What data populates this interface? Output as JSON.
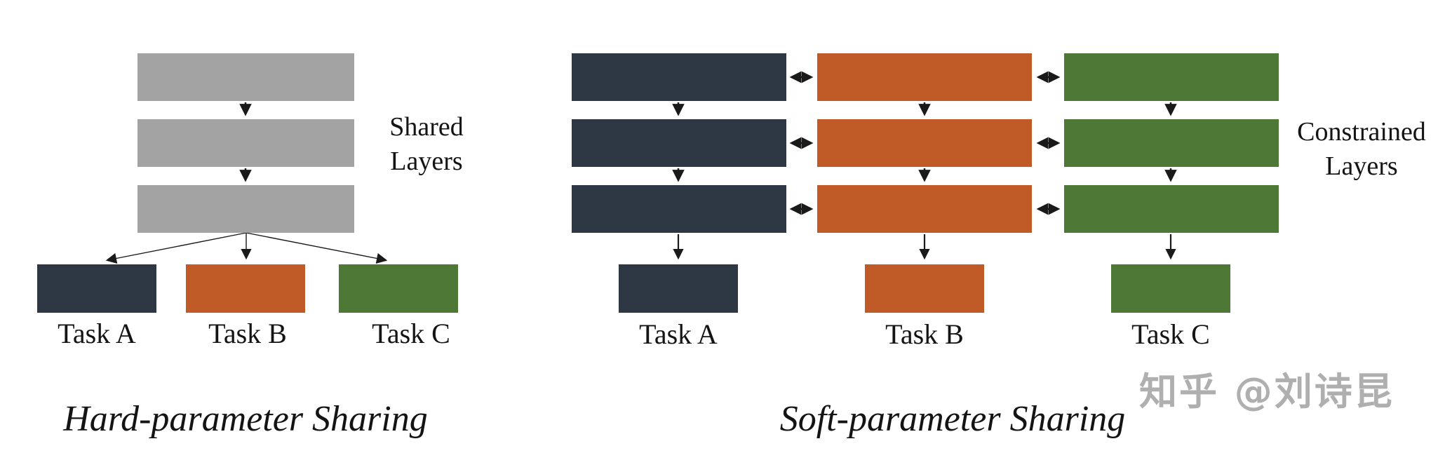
{
  "palette": {
    "background": "#FFFFFF",
    "gray": "#A3A3A3",
    "navy": "#2E3845",
    "orange": "#C05A26",
    "green": "#4E7836",
    "arrow": "#1A1A1A",
    "watermark": "#AFAFAF"
  },
  "left_diagram": {
    "title": "Hard-parameter Sharing",
    "side_label": {
      "line1": "Shared",
      "line2": "Layers"
    },
    "shared_layer_count": 3,
    "tasks": [
      {
        "label": "Task A",
        "color": "#2E3845"
      },
      {
        "label": "Task B",
        "color": "#C05A26"
      },
      {
        "label": "Task C",
        "color": "#4E7836"
      }
    ]
  },
  "right_diagram": {
    "title": "Soft-parameter Sharing",
    "side_label": {
      "line1": "Constrained",
      "line2": "Layers"
    },
    "columns": [
      {
        "task_label": "Task A",
        "color": "#2E3845",
        "layer_count": 3
      },
      {
        "task_label": "Task B",
        "color": "#C05A26",
        "layer_count": 3
      },
      {
        "task_label": "Task C",
        "color": "#4E7836",
        "layer_count": 3
      }
    ]
  },
  "watermark": {
    "text": "知乎 @刘诗昆"
  }
}
